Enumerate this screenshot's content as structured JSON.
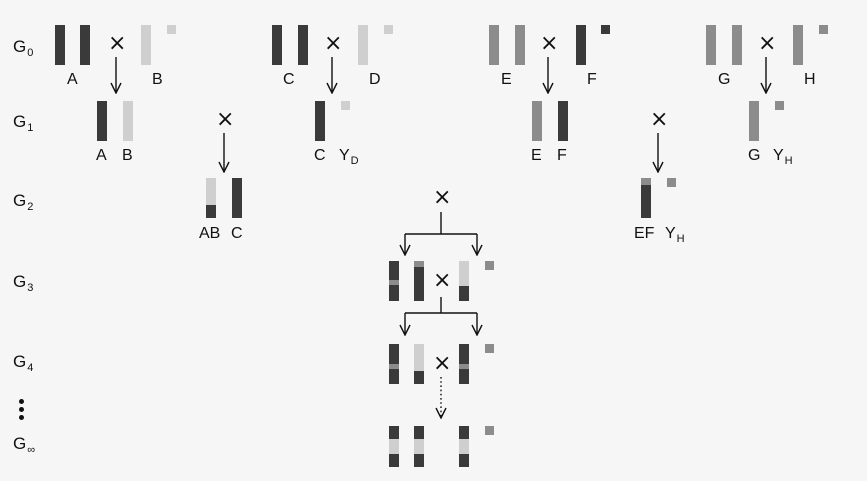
{
  "colors": {
    "dark": "#3a3a3a",
    "medium": "#8c8c8c",
    "light": "#cfcfcf",
    "background": "#f6f6f6",
    "ink": "#111111"
  },
  "generations": [
    {
      "label": "G",
      "sub": "0"
    },
    {
      "label": "G",
      "sub": "1"
    },
    {
      "label": "G",
      "sub": "2"
    },
    {
      "label": "G",
      "sub": "3"
    },
    {
      "label": "G",
      "sub": "4"
    },
    {
      "label": "G",
      "sub": "∞"
    }
  ],
  "cross_symbol": "×",
  "ellipsis_icon": "vertical-ellipsis-icon",
  "labels": {
    "g0": {
      "a": "A",
      "b": "B",
      "c": "C",
      "d": "D",
      "e": "E",
      "f": "F",
      "g": "G",
      "h": "H"
    },
    "g1": {
      "a": "A",
      "b": "B",
      "c": "C",
      "yd": {
        "text": "Y",
        "sub": "D"
      },
      "e": "E",
      "f": "F",
      "g": "G",
      "yh": {
        "text": "Y",
        "sub": "H"
      }
    },
    "g2": {
      "ab": "AB",
      "c": "C",
      "ef": "EF",
      "yh": {
        "text": "Y",
        "sub": "H"
      }
    }
  }
}
